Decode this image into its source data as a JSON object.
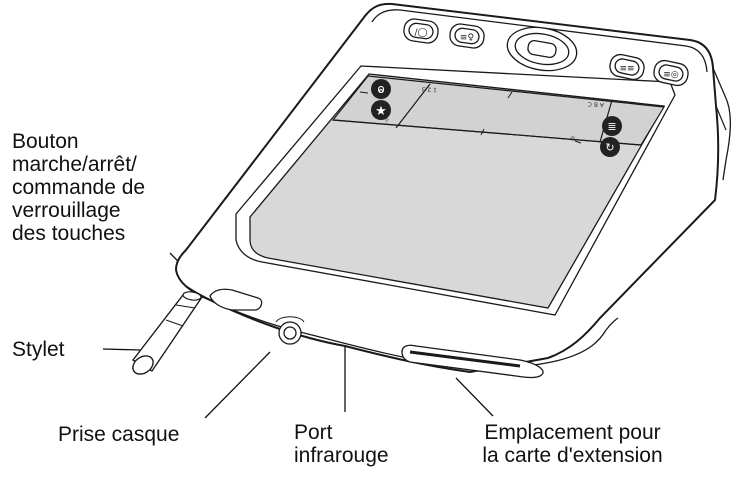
{
  "callouts": {
    "power_button": [
      "Bouton",
      "marche/arrêt/",
      "commande de",
      "verrouillage",
      "des touches"
    ],
    "stylus": [
      "Stylet"
    ],
    "headphone_jack": [
      "Prise casque"
    ],
    "ir_port": [
      "Port",
      "infrarouge"
    ],
    "expansion_slot": [
      "Emplacement pour",
      "la carte d'extension"
    ]
  },
  "graffiti": {
    "numeric_label": "1 2 3",
    "alpha_label": "A B C"
  },
  "colors": {
    "device_body": "#ffffff",
    "screen": "#d8d8d8",
    "outline": "#1a1a1a",
    "soft_button_fill": "#222222"
  }
}
